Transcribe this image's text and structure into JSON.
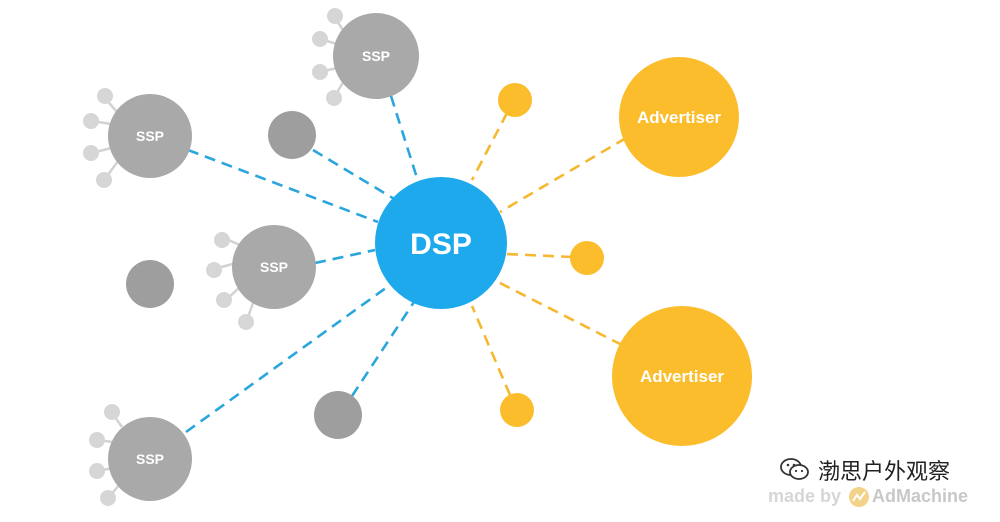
{
  "diagram": {
    "hub_label": "DSP",
    "ssp_label": "SSP",
    "advertiser_label": "Advertiser"
  },
  "watermark": {
    "title": "渤思户外观察",
    "made_by": "made by",
    "brand": "AdMachine"
  },
  "colors": {
    "hub": "#1ea9ec",
    "ssp": "#a9a9a9",
    "small_gray": "#9e9e9e",
    "satellite": "#d6d6d6",
    "advertiser": "#fbbd2c",
    "ssp_link": "#2ba6dd",
    "advertiser_link": "#f5b82e"
  }
}
